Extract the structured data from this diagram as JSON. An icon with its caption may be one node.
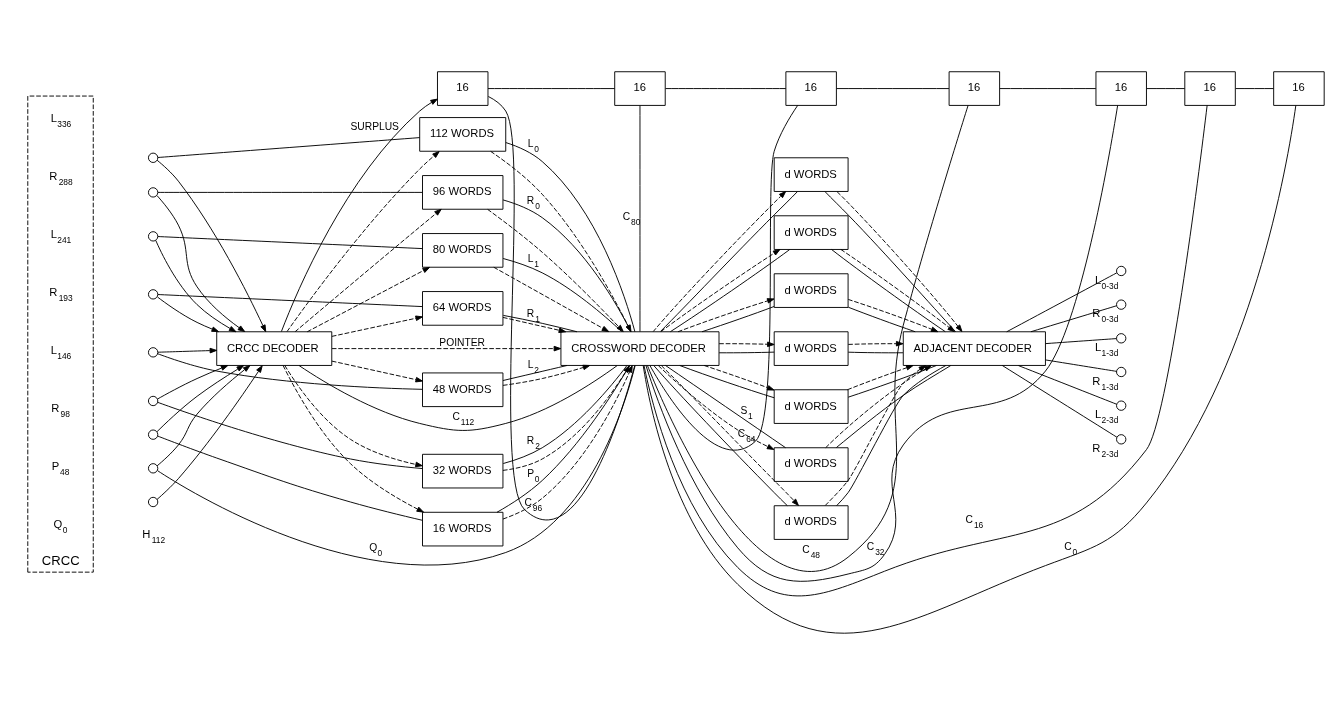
{
  "diagram": {
    "nodes": [
      {
        "text": [
          "CRCC"
        ]
      },
      {
        "text": [
          "L$_{336}$"
        ],
        "in": 0
      },
      {
        "text": [
          "R$_{288}$"
        ],
        "in": 0
      },
      {
        "text": [
          "L$_{241}$"
        ],
        "in": 0
      },
      {
        "text": [
          "R$_{193}$"
        ],
        "in": 0
      },
      {
        "text": [
          "L$_{146}$"
        ],
        "in": 0
      },
      {
        "text": [
          "R$_{98}$"
        ],
        "in": 0
      },
      {
        "text": [
          "P$_{48}$"
        ],
        "in": 0
      },
      {
        "text": [
          "Q$_{0}$"
        ],
        "in": 0
      },
      {
        "text": [],
        "shape": "circle"
      },
      {
        "text": [],
        "shape": "circle"
      },
      {
        "text": [],
        "shape": "circle"
      },
      {
        "text": [],
        "shape": "circle"
      },
      {
        "text": [],
        "shape": "circle"
      },
      {
        "text": [],
        "shape": "circle"
      },
      {
        "text": [],
        "shape": "circle"
      },
      {
        "text": [],
        "shape": "circle"
      },
      {
        "text": [],
        "shape": "circle"
      },
      {
        "text": [
          "CRCC DECODER"
        ]
      },
      {
        "text": [
          "112 WORDS"
        ]
      },
      {
        "text": [
          "96 WORDS"
        ]
      },
      {
        "text": [
          "80 WORDS"
        ]
      },
      {
        "text": [
          "64 WORDS"
        ]
      },
      {
        "text": [
          "48 WORDS"
        ]
      },
      {
        "text": [
          "32 WORDS"
        ]
      },
      {
        "text": [
          "16 WORDS"
        ]
      },
      {
        "text": [
          "CROSSWORD DECODER"
        ]
      },
      {
        "text": [
          "d WORDS"
        ]
      },
      {
        "text": [
          "d WORDS"
        ]
      },
      {
        "text": [
          "d WORDS"
        ]
      },
      {
        "text": [
          "d WORDS"
        ]
      },
      {
        "text": [
          "d WORDS"
        ]
      },
      {
        "text": [
          "d WORDS"
        ]
      },
      {
        "text": [
          "d WORDS"
        ]
      },
      {
        "text": [
          "ADJACENT DECODER"
        ]
      },
      {
        "text": [],
        "shape": "circle",
        "beside": [
          "L$_{0-3d}$"
        ]
      },
      {
        "text": [],
        "shape": "circle",
        "beside": [
          "R$_{0-3d}$"
        ]
      },
      {
        "text": [],
        "shape": "circle",
        "beside": [
          "L$_{1-3d}$"
        ]
      },
      {
        "text": [],
        "shape": "circle",
        "beside": [
          "R$_{1-3d}$"
        ]
      },
      {
        "text": [],
        "shape": "circle",
        "beside": [
          "L$_{2-3d}$"
        ]
      },
      {
        "text": [],
        "shape": "circle",
        "beside": [
          "R$_{2-3d}$"
        ]
      },
      {
        "text": [
          "16"
        ]
      },
      {
        "text": [
          "16"
        ]
      },
      {
        "text": [
          "16"
        ]
      },
      {
        "text": [
          "16"
        ]
      },
      {
        "text": [
          "16"
        ]
      },
      {
        "text": [
          "16"
        ]
      },
      {
        "text": [
          "16"
        ]
      }
    ],
    "edges": [
      {
        "from": 9,
        "to": 19,
        "arrow": "none"
      },
      {
        "from": 9,
        "to": 18,
        "arrow": "to"
      },
      {
        "from": 10,
        "to": 20,
        "arrow": "none"
      },
      {
        "from": 10,
        "to": 18,
        "arrow": "to"
      },
      {
        "from": 11,
        "to": 21,
        "arrow": "none"
      },
      {
        "from": 11,
        "to": 18,
        "arrow": "to"
      },
      {
        "from": 12,
        "to": 22,
        "arrow": "none"
      },
      {
        "from": 12,
        "to": 18,
        "arrow": "to"
      },
      {
        "from": 13,
        "to": 23,
        "arrow": "none"
      },
      {
        "from": 13,
        "to": 18,
        "arrow": "to"
      },
      {
        "from": 14,
        "to": 24,
        "arrow": "none"
      },
      {
        "from": 14,
        "to": 18,
        "arrow": "to"
      },
      {
        "from": 15,
        "to": 25,
        "arrow": "none"
      },
      {
        "from": 15,
        "to": 18,
        "arrow": "to"
      },
      {
        "from": 16,
        "to": 26,
        "arrow": "none",
        "label": "Q$_{0}$"
      },
      {
        "from": 16,
        "to": 18,
        "arrow": "to"
      },
      {
        "from": 17,
        "to": 18,
        "arrow": "to"
      },
      {
        "from": 18,
        "to": 19,
        "arrow": "to",
        "style": "dashed"
      },
      {
        "from": 18,
        "to": 20,
        "arrow": "to",
        "style": "dashed"
      },
      {
        "from": 18,
        "to": 21,
        "arrow": "to",
        "style": "dashed"
      },
      {
        "from": 18,
        "to": 22,
        "arrow": "to",
        "style": "dashed"
      },
      {
        "from": 18,
        "to": 23,
        "arrow": "to",
        "style": "dashed"
      },
      {
        "from": 18,
        "to": 24,
        "arrow": "to",
        "style": "dashed"
      },
      {
        "from": 18,
        "to": 25,
        "arrow": "to",
        "style": "dashed"
      },
      {
        "from": 18,
        "to": 26,
        "arrow": "to",
        "style": "dashed",
        "label": "POINTER"
      },
      {
        "from": 19,
        "to": 26,
        "arrow": "none",
        "label": "L$_{0}$"
      },
      {
        "from": 19,
        "to": 26,
        "arrow": "to",
        "style": "dashed"
      },
      {
        "from": 20,
        "to": 26,
        "arrow": "none",
        "label": "R$_{0}$"
      },
      {
        "from": 20,
        "to": 26,
        "arrow": "to",
        "style": "dashed"
      },
      {
        "from": 21,
        "to": 26,
        "arrow": "none",
        "label": "L$_{1}$"
      },
      {
        "from": 21,
        "to": 26,
        "arrow": "to",
        "style": "dashed"
      },
      {
        "from": 22,
        "to": 26,
        "arrow": "none",
        "label": "R$_{1}$"
      },
      {
        "from": 22,
        "to": 26,
        "arrow": "to",
        "style": "dashed"
      },
      {
        "from": 23,
        "to": 26,
        "arrow": "none",
        "label": "L$_{2}$"
      },
      {
        "from": 23,
        "to": 26,
        "arrow": "to",
        "style": "dashed"
      },
      {
        "from": 24,
        "to": 26,
        "arrow": "none",
        "label": "R$_{2}$"
      },
      {
        "from": 24,
        "to": 26,
        "arrow": "to",
        "style": "dashed"
      },
      {
        "from": 25,
        "to": 26,
        "arrow": "none",
        "label": "P$_{0}$"
      },
      {
        "from": 25,
        "to": 26,
        "arrow": "to",
        "style": "dashed"
      },
      {
        "from": 26,
        "to": 27,
        "arrow": "none"
      },
      {
        "from": 26,
        "to": 27,
        "arrow": "to",
        "style": "dashed"
      },
      {
        "from": 26,
        "to": 28,
        "arrow": "none"
      },
      {
        "from": 26,
        "to": 28,
        "arrow": "to",
        "style": "dashed"
      },
      {
        "from": 26,
        "to": 29,
        "arrow": "none"
      },
      {
        "from": 26,
        "to": 29,
        "arrow": "to",
        "style": "dashed"
      },
      {
        "from": 26,
        "to": 30,
        "arrow": "none"
      },
      {
        "from": 26,
        "to": 30,
        "arrow": "to",
        "style": "dashed"
      },
      {
        "from": 26,
        "to": 31,
        "arrow": "none"
      },
      {
        "from": 26,
        "to": 31,
        "arrow": "to",
        "style": "dashed"
      },
      {
        "from": 26,
        "to": 32,
        "arrow": "none",
        "label": "S$_{1}$"
      },
      {
        "from": 26,
        "to": 32,
        "arrow": "to",
        "style": "dashed"
      },
      {
        "from": 26,
        "to": 33,
        "arrow": "none"
      },
      {
        "from": 26,
        "to": 33,
        "arrow": "to",
        "style": "dashed"
      },
      {
        "from": 27,
        "to": 34,
        "arrow": "none"
      },
      {
        "from": 27,
        "to": 34,
        "arrow": "to",
        "style": "dashed"
      },
      {
        "from": 28,
        "to": 34,
        "arrow": "none"
      },
      {
        "from": 28,
        "to": 34,
        "arrow": "to",
        "style": "dashed"
      },
      {
        "from": 29,
        "to": 34,
        "arrow": "none"
      },
      {
        "from": 29,
        "to": 34,
        "arrow": "to",
        "style": "dashed"
      },
      {
        "from": 30,
        "to": 34,
        "arrow": "none"
      },
      {
        "from": 30,
        "to": 34,
        "arrow": "to",
        "style": "dashed"
      },
      {
        "from": 31,
        "to": 34,
        "arrow": "none"
      },
      {
        "from": 31,
        "to": 34,
        "arrow": "to",
        "style": "dashed"
      },
      {
        "from": 32,
        "to": 34,
        "arrow": "none"
      },
      {
        "from": 32,
        "to": 34,
        "arrow": "to",
        "style": "dashed"
      },
      {
        "from": 33,
        "to": 34,
        "arrow": "none"
      },
      {
        "from": 33,
        "to": 34,
        "arrow": "to",
        "style": "dashed"
      },
      {
        "from": 34,
        "to": 35,
        "arrow": "none"
      },
      {
        "from": 34,
        "to": 36,
        "arrow": "none"
      },
      {
        "from": 34,
        "to": 37,
        "arrow": "none"
      },
      {
        "from": 34,
        "to": 38,
        "arrow": "none"
      },
      {
        "from": 34,
        "to": 39,
        "arrow": "none"
      },
      {
        "from": 34,
        "to": 40,
        "arrow": "none"
      },
      {
        "from": 18,
        "to": 26,
        "arrow": "none",
        "label": "C$_{112}$"
      },
      {
        "from": 18,
        "to": 41,
        "arrow": "to",
        "label": "SURPLUS"
      },
      {
        "from": 41,
        "to": 42,
        "arrow": "none"
      },
      {
        "from": 42,
        "to": 43,
        "arrow": "none"
      },
      {
        "from": 43,
        "to": 44,
        "arrow": "none"
      },
      {
        "from": 44,
        "to": 45,
        "arrow": "none"
      },
      {
        "from": 45,
        "to": 46,
        "arrow": "none"
      },
      {
        "from": 46,
        "to": 47,
        "arrow": "none"
      },
      {
        "from": 41,
        "to": 26,
        "arrow": "none",
        "label": "C$_{96}$"
      },
      {
        "from": 42,
        "to": 26,
        "arrow": "none",
        "label": "C$_{80}$"
      },
      {
        "from": 43,
        "to": 26,
        "arrow": "none",
        "label": "C$_{64}$"
      },
      {
        "from": 44,
        "to": 26,
        "arrow": "none",
        "label": "C$_{48}$"
      },
      {
        "from": 45,
        "to": 26,
        "arrow": "none",
        "label": "C$_{32}$"
      },
      {
        "from": 46,
        "to": 26,
        "arrow": "none",
        "label": "C$_{16}$"
      },
      {
        "from": 47,
        "to": 26,
        "arrow": "none",
        "label": "C$_{0}$"
      }
    ],
    "labels": [
      "H$_{112}$"
    ]
  }
}
